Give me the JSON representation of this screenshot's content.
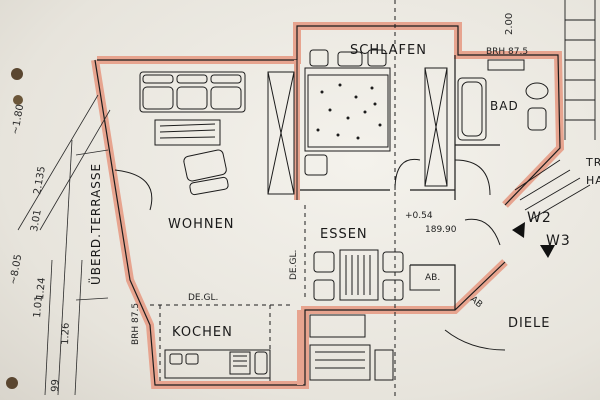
{
  "rooms": {
    "schlafen": "SCHLAFEN",
    "bad": "BAD",
    "wohnen": "WOHNEN",
    "essen": "ESSEN",
    "kochen": "KOCHEN",
    "diele": "DIELE",
    "ab_1": "AB.",
    "ab_2": "AB"
  },
  "annotations": {
    "terrasse": "ÜBERD.TERRASSE",
    "de_gl_vertical": "DE.GL.",
    "de_gl_horizontal": "DE.GL.",
    "brh_left": "BRH 87.5",
    "brh_top": "BRH 87.5",
    "level_mark": "+0.54",
    "level_value": "189.90",
    "w2": "W2",
    "w3": "W3",
    "stair_partial_1": "TR",
    "stair_partial_2": "HA"
  },
  "dimensions": {
    "d_8_05": "~8.05",
    "d_1_80": "~1.80",
    "d_3_01": "3.01",
    "d_2_135": "2.135",
    "d_1_01": "1.01",
    "d_1_24": "1.24",
    "d_1_26": "1.26",
    "d_99": "99",
    "d_2_00": "2.00"
  },
  "colors": {
    "wall_fill": "#e7a48f",
    "line": "#1c1c1c",
    "paper": "#f1efe8"
  }
}
